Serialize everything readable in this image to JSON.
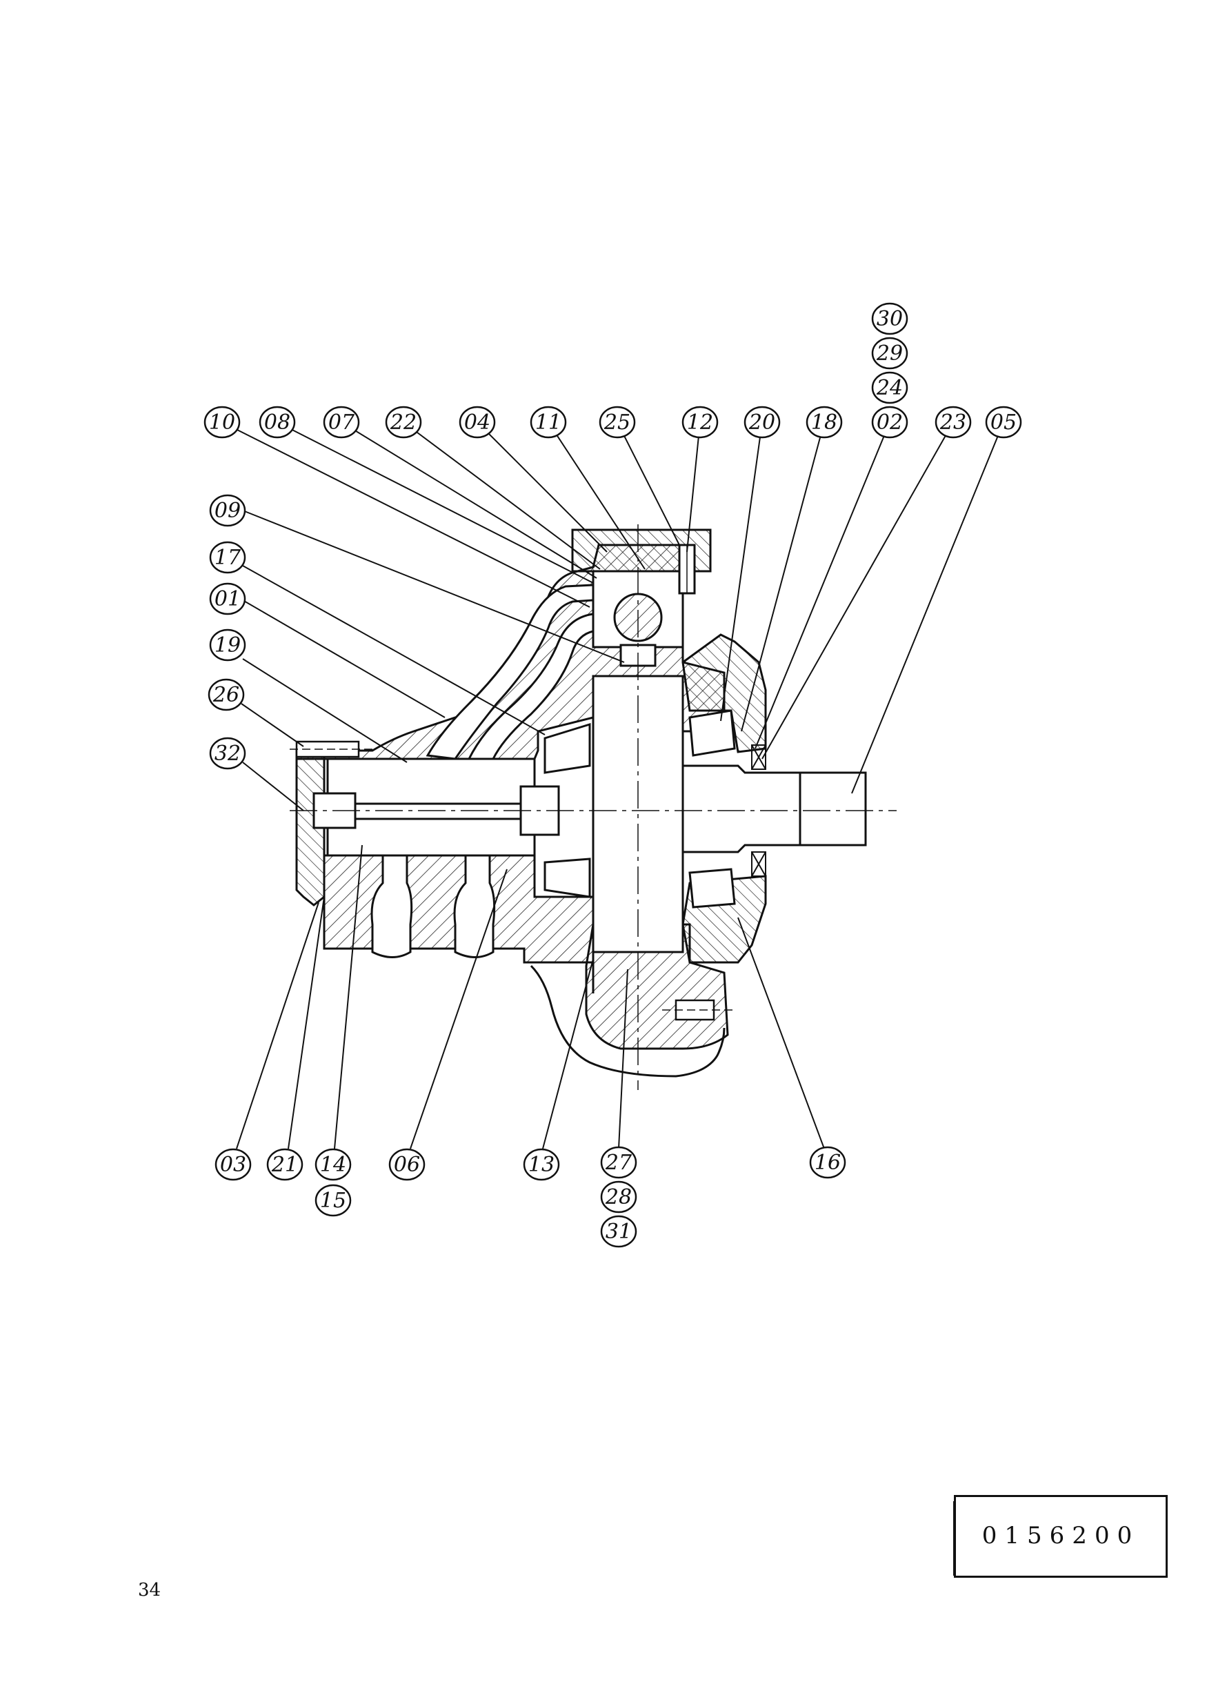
{
  "drawing": {
    "part_code": "0156200",
    "page_number": "34",
    "callouts": {
      "top_row": [
        "10",
        "08",
        "07",
        "22",
        "04",
        "11",
        "25",
        "12",
        "20",
        "18",
        "02",
        "23",
        "05"
      ],
      "stack_top": [
        "30",
        "29",
        "24"
      ],
      "left_column": [
        "09",
        "17",
        "01",
        "19",
        "26",
        "32"
      ],
      "bottom_row": [
        "03",
        "21",
        "14",
        "06",
        "13",
        "27",
        "16"
      ],
      "bottom_extra": [
        "15",
        "28",
        "31"
      ]
    }
  }
}
